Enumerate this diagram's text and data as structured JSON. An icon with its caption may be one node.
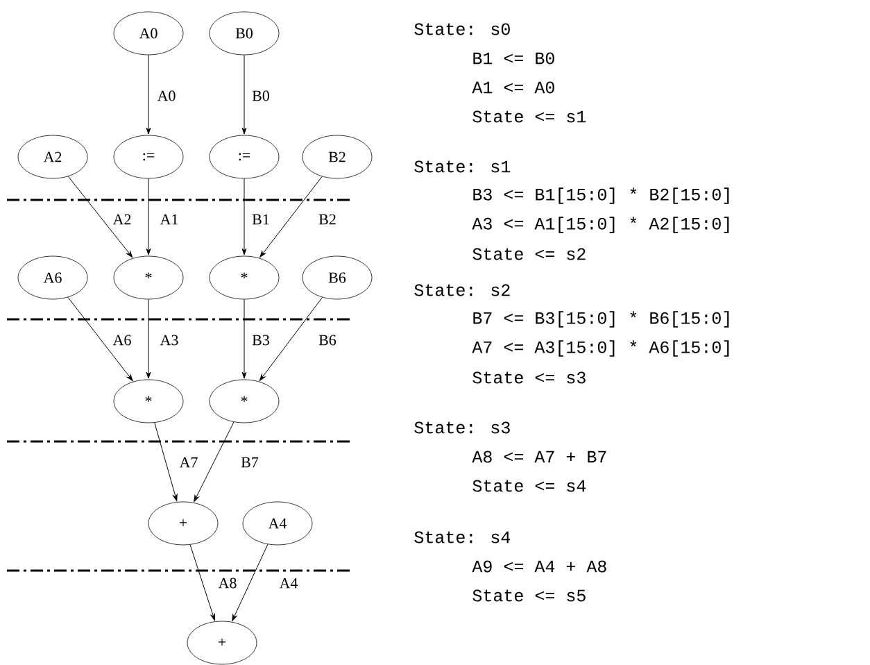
{
  "diagram": {
    "nodes": [
      {
        "text": [
          "A0"
        ]
      },
      {
        "text": [
          "B0"
        ]
      },
      {
        "text": [
          ":="
        ]
      },
      {
        "text": [
          ":="
        ]
      },
      {
        "text": [
          "A2"
        ]
      },
      {
        "text": [
          "B2"
        ]
      },
      {
        "text": [
          "*"
        ]
      },
      {
        "text": [
          "*"
        ]
      },
      {
        "text": [
          "A6"
        ]
      },
      {
        "text": [
          "B6"
        ]
      },
      {
        "text": [
          "*"
        ]
      },
      {
        "text": [
          "*"
        ]
      },
      {
        "text": [
          "+"
        ]
      },
      {
        "text": [
          "A4"
        ]
      },
      {
        "text": [
          "+"
        ]
      }
    ],
    "edges": [
      {
        "from": 0,
        "to": 2,
        "arrow": "to",
        "label": "A0"
      },
      {
        "from": 1,
        "to": 3,
        "arrow": "to",
        "label": "B0"
      },
      {
        "from": 4,
        "to": 6,
        "arrow": "to",
        "label": "A2"
      },
      {
        "from": 2,
        "to": 6,
        "arrow": "to",
        "label": "A1"
      },
      {
        "from": 3,
        "to": 7,
        "arrow": "to",
        "label": "B1"
      },
      {
        "from": 5,
        "to": 7,
        "arrow": "to",
        "label": "B2"
      },
      {
        "from": 8,
        "to": 10,
        "arrow": "to",
        "label": "A6"
      },
      {
        "from": 6,
        "to": 10,
        "arrow": "to",
        "label": "A3"
      },
      {
        "from": 7,
        "to": 11,
        "arrow": "to",
        "label": "B3"
      },
      {
        "from": 9,
        "to": 11,
        "arrow": "to",
        "label": "B6"
      },
      {
        "from": 10,
        "to": 12,
        "arrow": "to",
        "label": "A7"
      },
      {
        "from": 11,
        "to": 12,
        "arrow": "to",
        "label": "B7"
      },
      {
        "from": 12,
        "to": 14,
        "arrow": "to",
        "label": "A8"
      },
      {
        "from": 13,
        "to": 14,
        "arrow": "to",
        "label": "A4"
      }
    ],
    "labels": [
      "State: s0",
      "B1 <= B0",
      "A1 <= A0",
      "State <= s1",
      "State: s1",
      "B3 <= B1[15:0] * B2[15:0]",
      "A3 <= A1[15:0] * A2[15:0]",
      "State <= s2",
      "State: s2",
      "B7 <= B3[15:0] * B6[15:0]",
      "A7 <= A3[15:0] * A6[15:0]",
      "State <= s3",
      "State: s3",
      "A8 <= A7 + B7",
      "State <= s4",
      "State: s4",
      "A9 <= A4 + A8",
      "State <= s5"
    ]
  }
}
